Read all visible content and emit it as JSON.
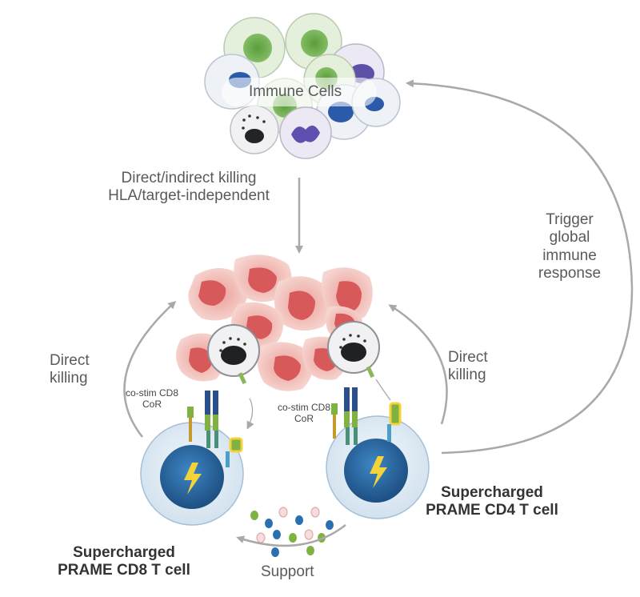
{
  "labels": {
    "immune_cells": "Immune Cells",
    "direct_indirect": "Direct/indirect killing\nHLA/target-independent",
    "trigger": "Trigger\nglobal\nimmune\nresponse",
    "direct_killing_left": "Direct\nkilling",
    "direct_killing_right": "Direct\nkilling",
    "costim_left": "co-stim CD8\nCoR",
    "costim_right": "co-stim CD8\nCoR",
    "cd4_cell": "Supercharged\nPRAME CD4 T cell",
    "cd8_cell": "Supercharged\nPRAME CD8 T cell",
    "support": "Support"
  },
  "colors": {
    "arrow": "#a9a9a9",
    "tumor_light": "#f2c3bd",
    "tumor_dark": "#d8595a",
    "t_cell_membrane": "#dce9f4",
    "t_cell_nucleus": "#2c6aa0",
    "lightning": "#f3d33a",
    "green_cell": "#6aa84f",
    "blue_cell": "#2b5aa8",
    "purple_cell": "#6a5ab0"
  },
  "icons": [
    "lightning-icon",
    "lightning-icon"
  ]
}
